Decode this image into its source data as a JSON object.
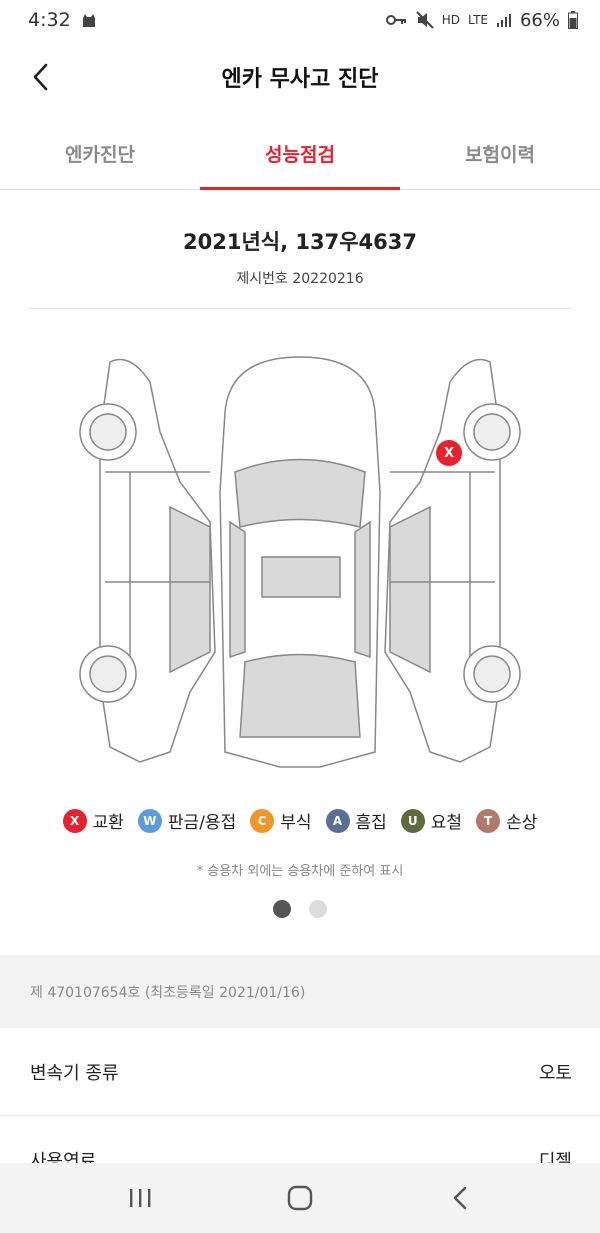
{
  "status_bar": {
    "time": "4:32",
    "network": "HD",
    "lte": "LTE",
    "battery": "66%"
  },
  "header": {
    "title": "엔카 무사고 진단",
    "back_icon": "chevron-left-icon"
  },
  "tabs": [
    {
      "label": "엔카진단",
      "active": false
    },
    {
      "label": "성능점검",
      "active": true
    },
    {
      "label": "보험이력",
      "active": false
    }
  ],
  "car": {
    "title": "2021년식, 137우4637",
    "listing_number": "제시번호 20220216"
  },
  "damage_marker": {
    "code": "X",
    "color": "#e8212e"
  },
  "legend": [
    {
      "code": "X",
      "label": "교환",
      "color": "#e8212e"
    },
    {
      "code": "W",
      "label": "판금/용접",
      "color": "#5b9be0"
    },
    {
      "code": "C",
      "label": "부식",
      "color": "#f0962a"
    },
    {
      "code": "A",
      "label": "흠집",
      "color": "#5a6f95"
    },
    {
      "code": "U",
      "label": "요철",
      "color": "#5f6b3c"
    },
    {
      "code": "T",
      "label": "손상",
      "color": "#b07a6a"
    }
  ],
  "note": "* 승용차 외에는 승용차에 준하여 표시",
  "pager": {
    "current": 1,
    "total": 2
  },
  "registration": "제 470107654호 (최초등록일 2021/01/16)",
  "specs": [
    {
      "label": "변속기 종류",
      "value": "오토"
    },
    {
      "label": "사용연료",
      "value": "디젤"
    }
  ],
  "accent_color": "#e8212e"
}
